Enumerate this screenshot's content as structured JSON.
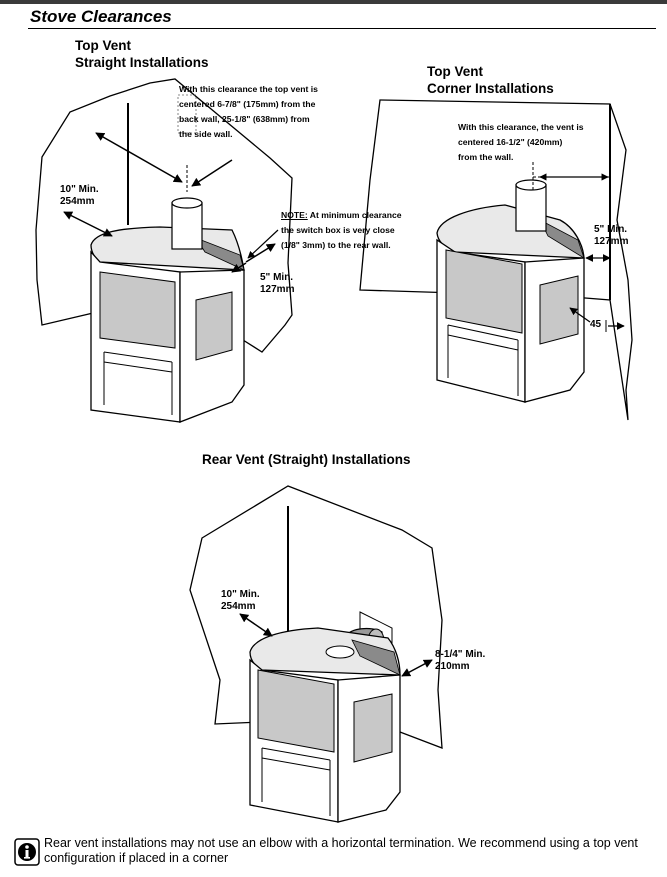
{
  "header": {
    "title": "Stove Clearances"
  },
  "sections": {
    "top_straight": {
      "heading_line1": "Top Vent",
      "heading_line2": "Straight Installations",
      "note_line1": "With this clearance the top vent is",
      "note_line2": "centered 6-7/8\" (175mm) from the",
      "note_line3": "back wall, 25-1/8\" (638mm) from",
      "note_line4": "the side wall.",
      "dim_left_line1": "10\" Min.",
      "dim_left_line2": "254mm",
      "dim_right_line1": "5\" Min.",
      "dim_right_line2": "127mm",
      "switch_note_label": "NOTE:",
      "switch_note_line1": " At minimum clearance",
      "switch_note_line2": "the switch box is very close",
      "switch_note_line3": "(1/8\" 3mm) to the rear wall."
    },
    "top_corner": {
      "heading_line1": "Top Vent",
      "heading_line2": "Corner Installations",
      "note_line1": "With this clearance, the vent is",
      "note_line2": "centered 16-1/2\" (420mm)",
      "note_line3": "from the wall.",
      "dim_line1": "5\" Min.",
      "dim_line2": "127mm",
      "angle_label": "45"
    },
    "rear_straight": {
      "heading": "Rear Vent (Straight) Installations",
      "dim_left_line1": "10\" Min.",
      "dim_left_line2": "254mm",
      "dim_right_line1": "8-1/4\" Min.",
      "dim_right_line2": "210mm"
    }
  },
  "footer": {
    "icon": "info-icon",
    "text": "Rear vent installations may not use an elbow with a horizontal termination.  We recommend using a top vent configuration if placed in a corner"
  },
  "colors": {
    "panel_gray": "#c8c8c8",
    "top_gray": "#e9e9e9",
    "stove_white": "#ffffff",
    "strip_gray": "#8a8a8a"
  }
}
